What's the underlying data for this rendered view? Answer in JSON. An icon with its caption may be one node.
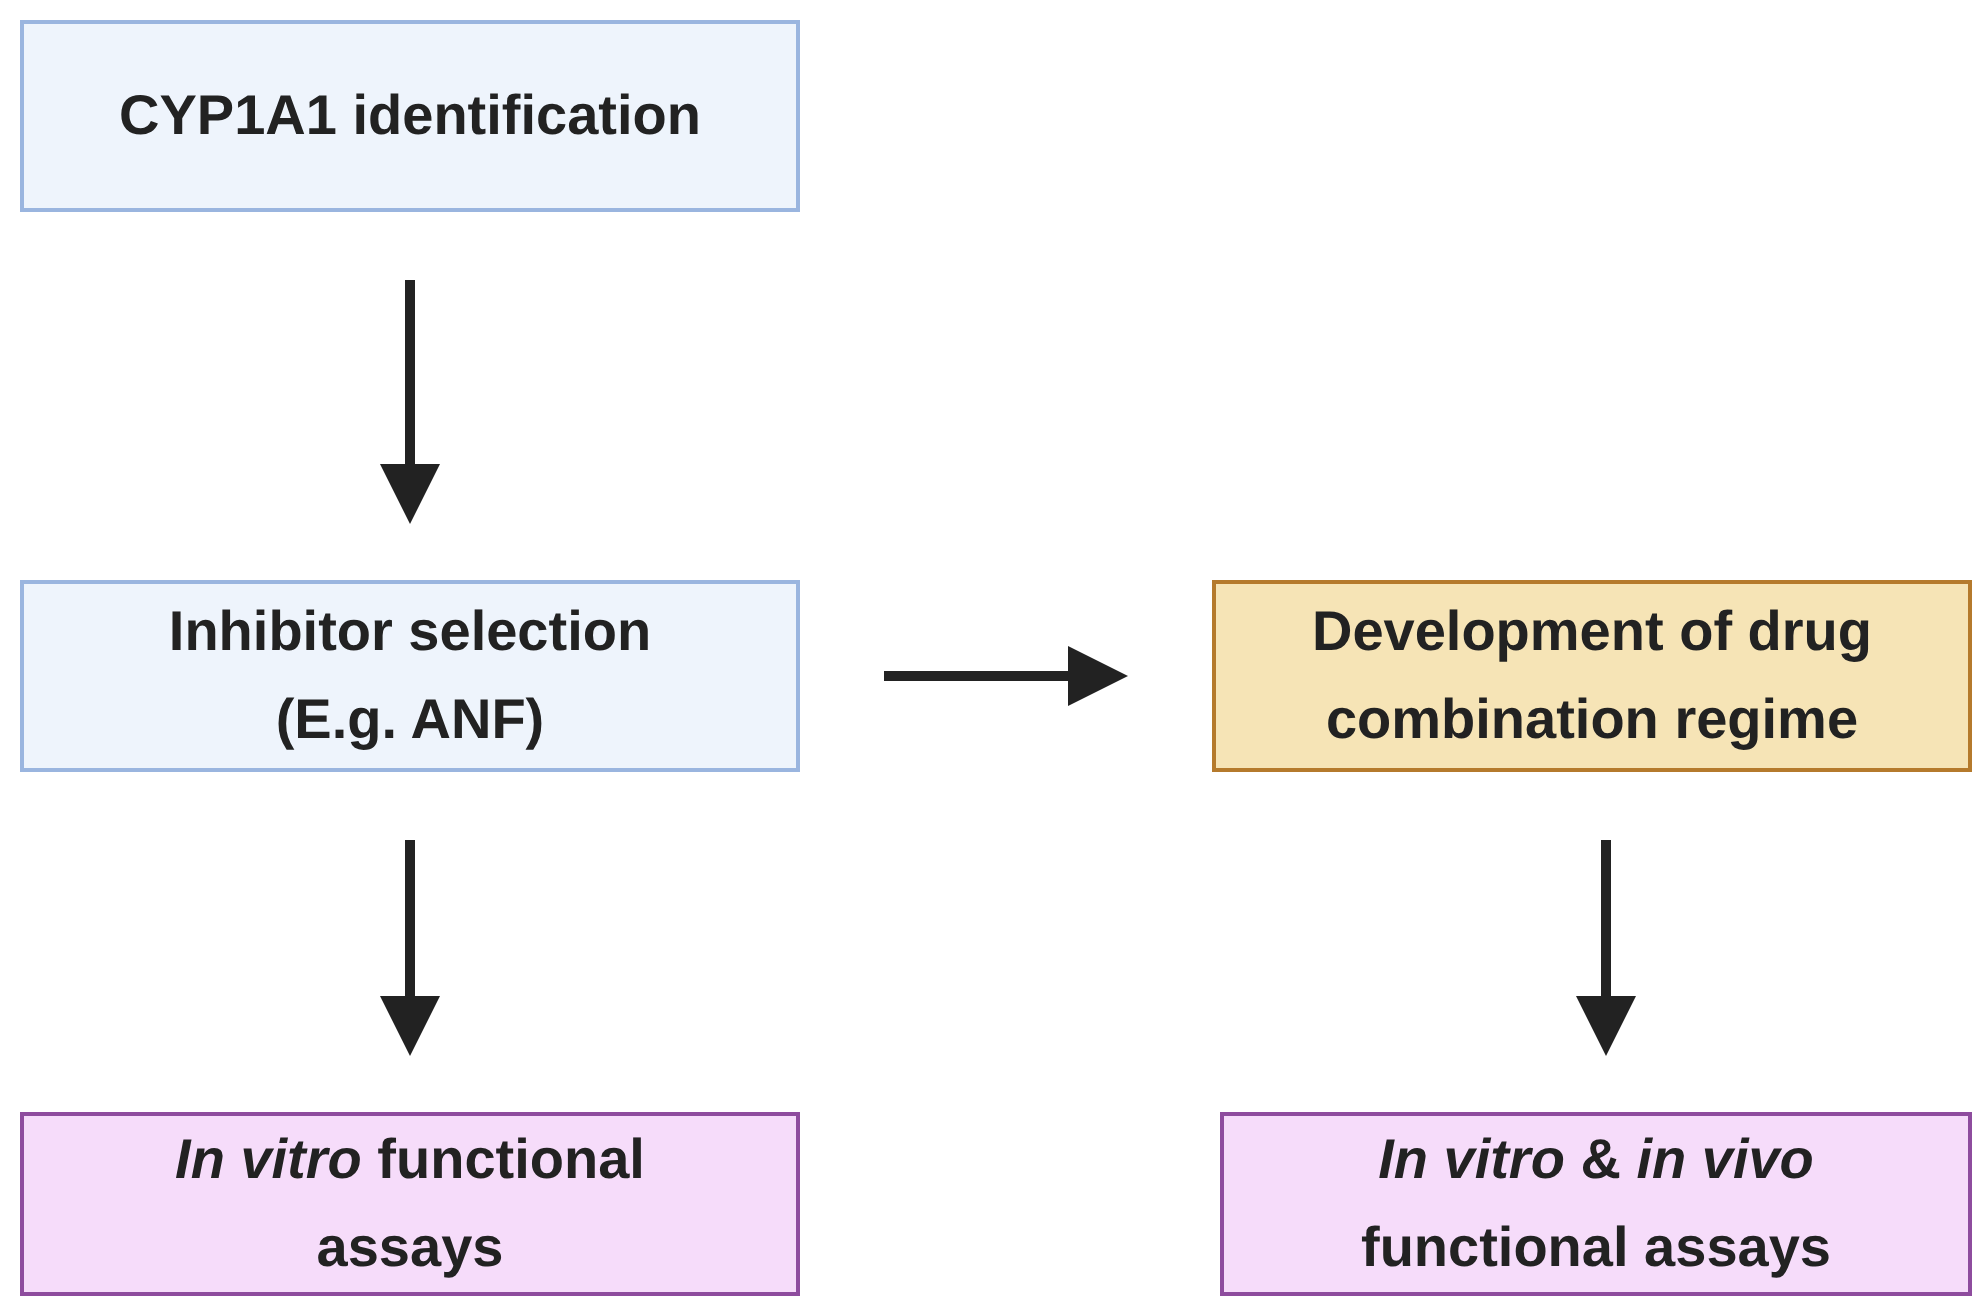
{
  "diagram": {
    "nodes": [
      {
        "text": [
          "CYP1A1 identification"
        ]
      },
      {
        "text": [
          "Inhibitor selection (E.g. ANF)"
        ]
      },
      {
        "text": [
          "Development of drug combination regime"
        ]
      },
      {
        "text": [
          "*In vitro* functional assays"
        ]
      },
      {
        "text": [
          "*In vitro* & *in vivo* functional assays"
        ]
      }
    ],
    "edges": [
      {
        "from": 0,
        "to": 1,
        "arrow": "to"
      },
      {
        "from": 1,
        "to": 2,
        "arrow": "to"
      },
      {
        "from": 1,
        "to": 3,
        "arrow": "to"
      },
      {
        "from": 2,
        "to": 4,
        "arrow": "to"
      }
    ]
  }
}
